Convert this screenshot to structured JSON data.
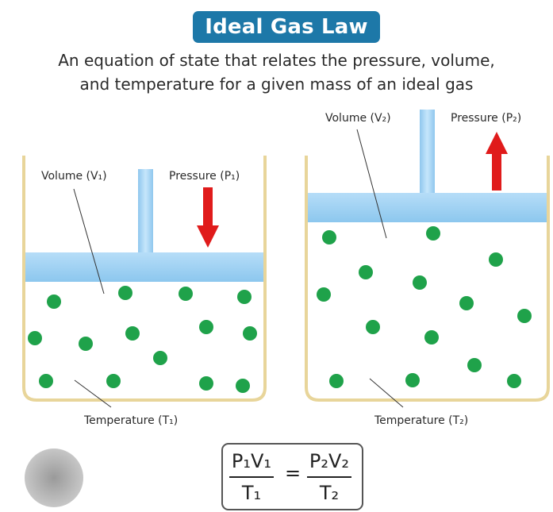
{
  "title": "Ideal Gas Law",
  "subtitle": {
    "line1": "An equation of state that relates the pressure, volume,",
    "line2": "and temperature for a given mass of an ideal gas"
  },
  "left": {
    "volume_label": "Volume (V₁)",
    "pressure_label": "Pressure (P₁)",
    "temperature_label": "Temperature (T₁)"
  },
  "right": {
    "volume_label": "Volume (V₂)",
    "pressure_label": "Pressure (P₂)",
    "temperature_label": "Temperature (T₂)"
  },
  "formula": {
    "lhs_num": "P₁V₁",
    "lhs_den": "T₁",
    "equals": "=",
    "rhs_num": "P₂V₂",
    "rhs_den": "T₂"
  },
  "colors": {
    "title_bg": "#1d78a8",
    "container": "#e8d59a",
    "piston": "#9fd2f5",
    "particle": "#1fa24a",
    "arrow": "#e01b1b"
  }
}
